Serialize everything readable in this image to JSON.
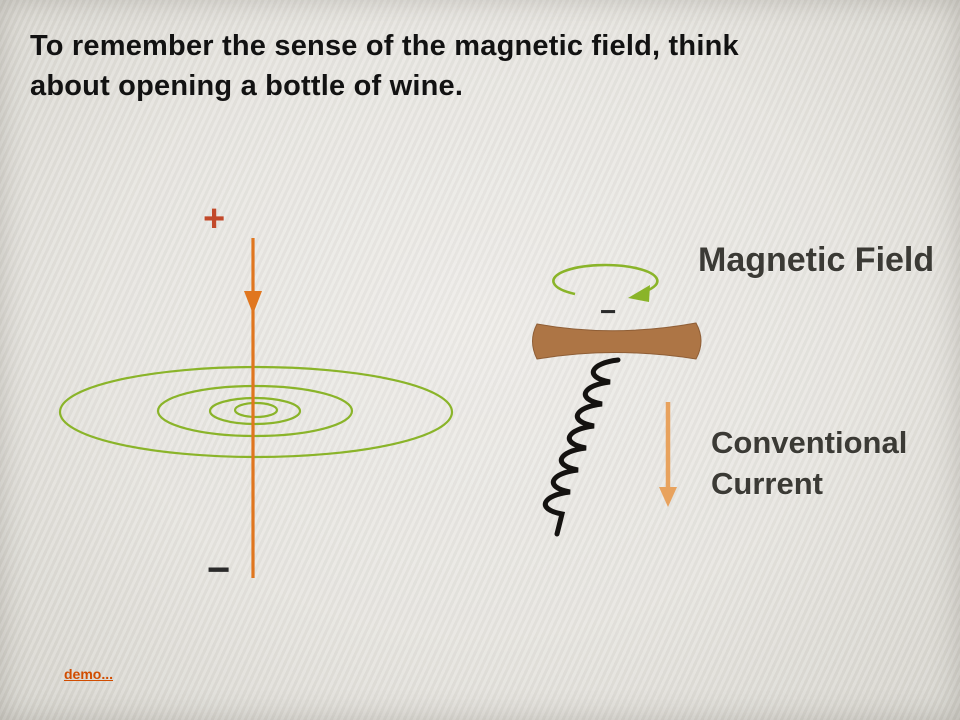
{
  "slide": {
    "title_line1": "To remember the sense of the magnetic field, think",
    "title_line2": "about opening a bottle of wine.",
    "demo_link_label": "demo..."
  },
  "wire_diagram": {
    "plus_label": "+",
    "minus_label": "−",
    "description": "vertical wire with downward current and concentric magnetic field loops"
  },
  "corkscrew_diagram": {
    "minus_label": "−",
    "magnetic_field_label": "Magnetic Field",
    "conventional_current_label": "Conventional Current"
  },
  "colors": {
    "wire_orange": "#e0761f",
    "field_loop_green": "#8ab429",
    "handle_brown": "#ad7545",
    "coil_black": "#141210",
    "current_arrow_orange": "#e8a25d",
    "label_gray": "#3b3a35",
    "plus_red": "#c2492a",
    "link_orange": "#d14d00",
    "background": "#e6e4df"
  }
}
